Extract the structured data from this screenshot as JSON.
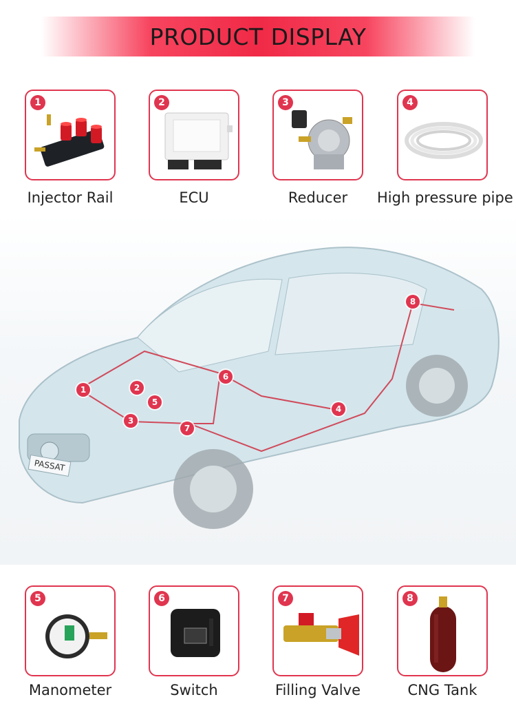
{
  "header": {
    "title": "PRODUCT DISPLAY"
  },
  "products_top": [
    {
      "number": "1",
      "label": "Injector Rail"
    },
    {
      "number": "2",
      "label": "ECU"
    },
    {
      "number": "3",
      "label": "Reducer"
    },
    {
      "number": "4",
      "label": "High pressure  pipe"
    }
  ],
  "products_bottom": [
    {
      "number": "5",
      "label": "Manometer"
    },
    {
      "number": "6",
      "label": "Switch"
    },
    {
      "number": "7",
      "label": "Filling Valve"
    },
    {
      "number": "8",
      "label": "CNG Tank"
    }
  ],
  "car": {
    "badge_text": "PASSAT",
    "pins": [
      "1",
      "2",
      "5",
      "3",
      "6",
      "7",
      "4",
      "8"
    ]
  },
  "colors": {
    "accent": "#e0354f",
    "banner": "#f02a47"
  },
  "icons": [
    "injector-rail-icon",
    "ecu-icon",
    "reducer-icon",
    "pipe-coil-icon",
    "manometer-icon",
    "switch-icon",
    "filling-valve-icon",
    "cng-tank-icon"
  ]
}
